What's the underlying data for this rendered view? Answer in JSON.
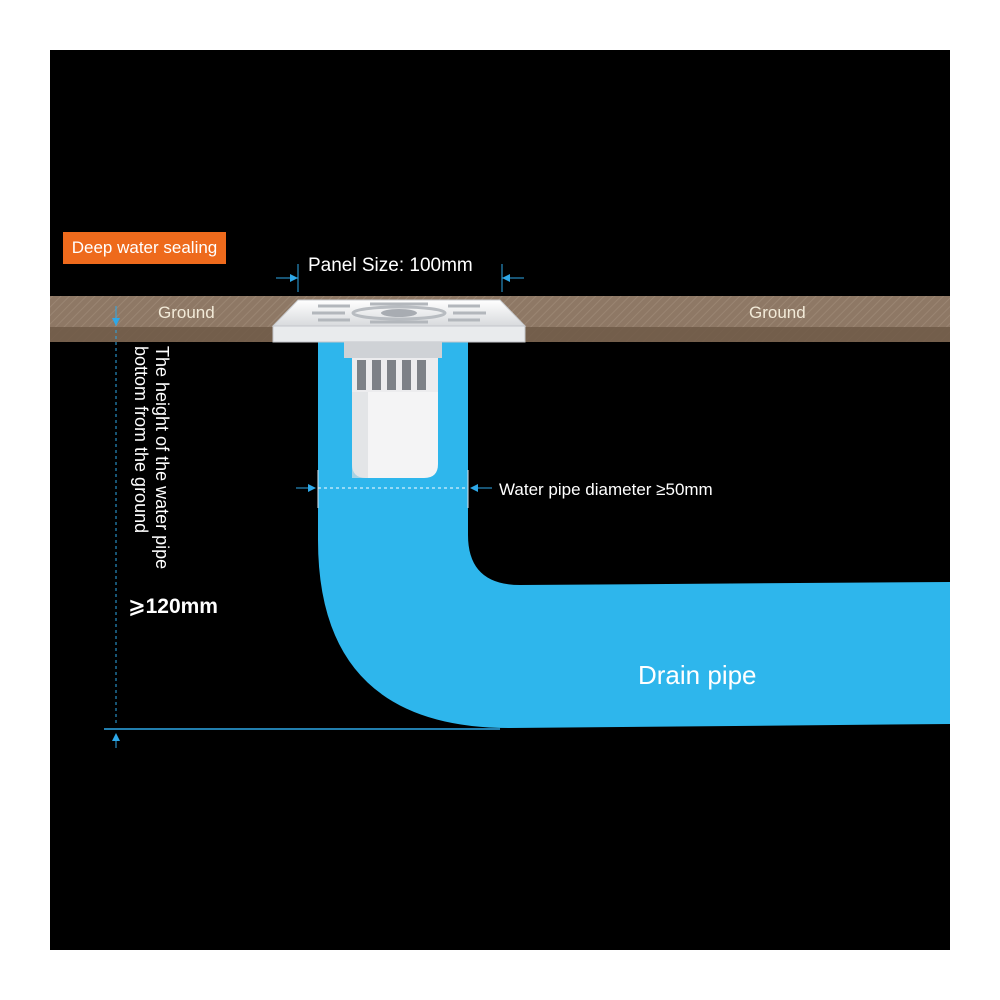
{
  "badge": {
    "label": "Deep water sealing",
    "color": "#ee6a1c"
  },
  "ground": {
    "left_label": "Ground",
    "right_label": "Ground",
    "color": "#8a7562"
  },
  "drain": {
    "panel_size": "Panel Size: 100mm"
  },
  "pipe": {
    "color": "#2eb6ec",
    "diameter_label": "Water pipe diameter ≥50mm",
    "drain_label": "Drain pipe"
  },
  "height": {
    "label": "The height of the water pipe bottom from the ground",
    "min_value": "⩾120mm"
  },
  "colors": {
    "background": "#000000",
    "dimension_lines": "#2ea8e8"
  }
}
